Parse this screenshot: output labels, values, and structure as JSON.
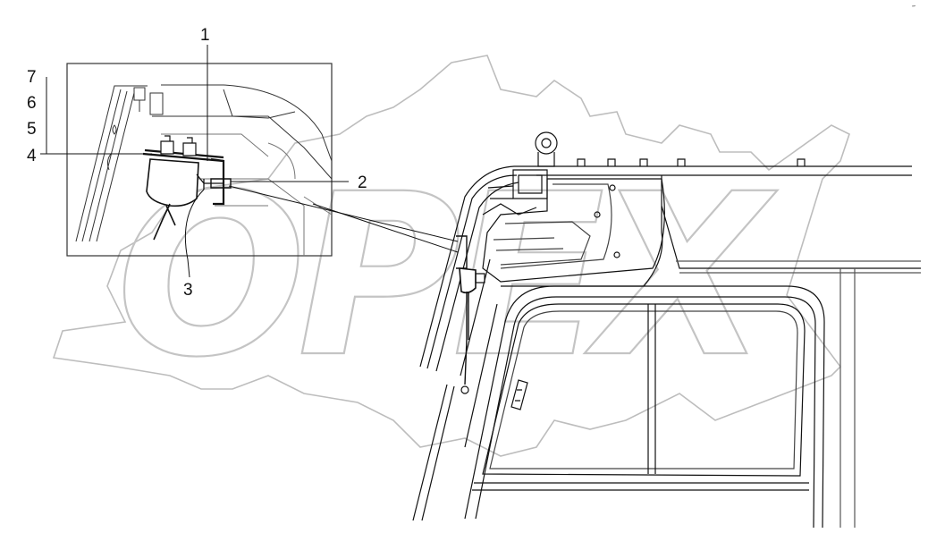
{
  "diagram": {
    "callouts": [
      {
        "id": "1",
        "label": "1"
      },
      {
        "id": "2",
        "label": "2"
      },
      {
        "id": "3",
        "label": "3"
      },
      {
        "id": "4",
        "label": "4"
      },
      {
        "id": "5",
        "label": "5"
      },
      {
        "id": "6",
        "label": "6"
      },
      {
        "id": "7",
        "label": "7"
      }
    ],
    "watermark_text": "OPEX",
    "corner_mark": "‴",
    "colors": {
      "line": "#111111",
      "thin_line": "#333333",
      "watermark": "#bdbdbd",
      "part_fill": "#e6e6e6"
    }
  }
}
